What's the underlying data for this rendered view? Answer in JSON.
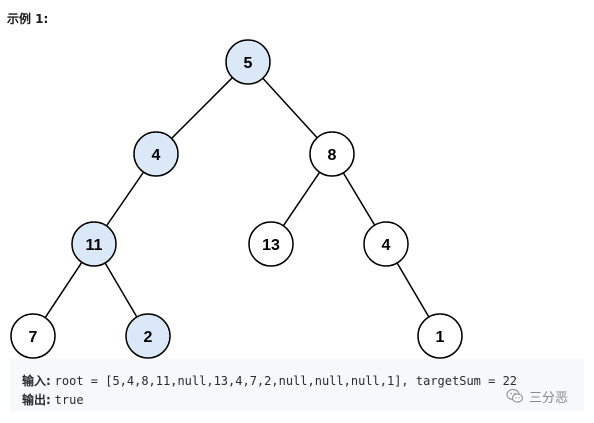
{
  "header": {
    "title": "示例 1:"
  },
  "tree": {
    "nodes": [
      {
        "id": "n5",
        "value": "5",
        "highlighted": true
      },
      {
        "id": "n4a",
        "value": "4",
        "highlighted": true
      },
      {
        "id": "n8",
        "value": "8",
        "highlighted": false
      },
      {
        "id": "n11",
        "value": "11",
        "highlighted": true
      },
      {
        "id": "n13",
        "value": "13",
        "highlighted": false
      },
      {
        "id": "n4b",
        "value": "4",
        "highlighted": false
      },
      {
        "id": "n7",
        "value": "7",
        "highlighted": false
      },
      {
        "id": "n2",
        "value": "2",
        "highlighted": true
      },
      {
        "id": "n1",
        "value": "1",
        "highlighted": false
      }
    ],
    "edges": [
      [
        "n5",
        "n4a"
      ],
      [
        "n5",
        "n8"
      ],
      [
        "n4a",
        "n11"
      ],
      [
        "n8",
        "n13"
      ],
      [
        "n8",
        "n4b"
      ],
      [
        "n11",
        "n7"
      ],
      [
        "n11",
        "n2"
      ],
      [
        "n4b",
        "n1"
      ]
    ],
    "colors": {
      "highlight_fill": "#dbe8f8",
      "node_fill": "#ffffff",
      "stroke": "#000000"
    }
  },
  "example": {
    "input_label": "输入:",
    "input_value": "root = [5,4,8,11,null,13,4,7,2,null,null,null,1], targetSum = 22",
    "output_label": "输出:",
    "output_value": "true"
  },
  "watermark": {
    "text": "三分恶",
    "icon": "wechat-icon"
  }
}
